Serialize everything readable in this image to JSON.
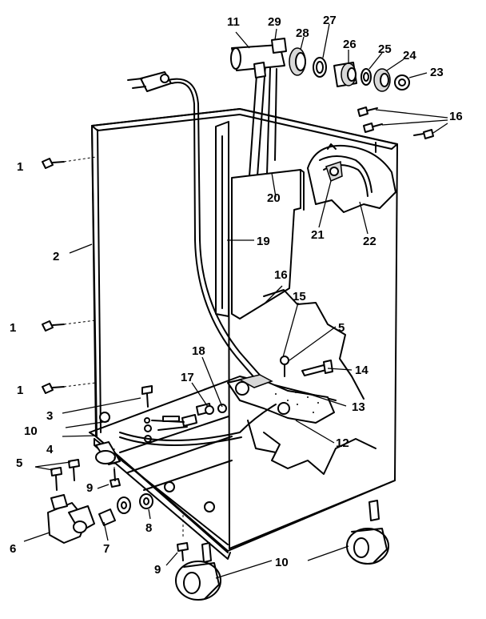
{
  "callouts": {
    "c1a": "1",
    "c1b": "1",
    "c1c": "1",
    "c2": "2",
    "c3": "3",
    "c4": "4",
    "c5a": "5",
    "c5b": "5",
    "c6": "6",
    "c7": "7",
    "c8": "8",
    "c9a": "9",
    "c9b": "9",
    "c10a": "10",
    "c10b": "10",
    "c11": "11",
    "c12": "12",
    "c13": "13",
    "c14": "14",
    "c15": "15",
    "c16a": "16",
    "c16b": "16",
    "c17": "17",
    "c18": "18",
    "c19": "19",
    "c20": "20",
    "c21": "21",
    "c22": "22",
    "c23": "23",
    "c24": "24",
    "c25": "25",
    "c26": "26",
    "c27": "27",
    "c28": "28",
    "c29": "29"
  }
}
